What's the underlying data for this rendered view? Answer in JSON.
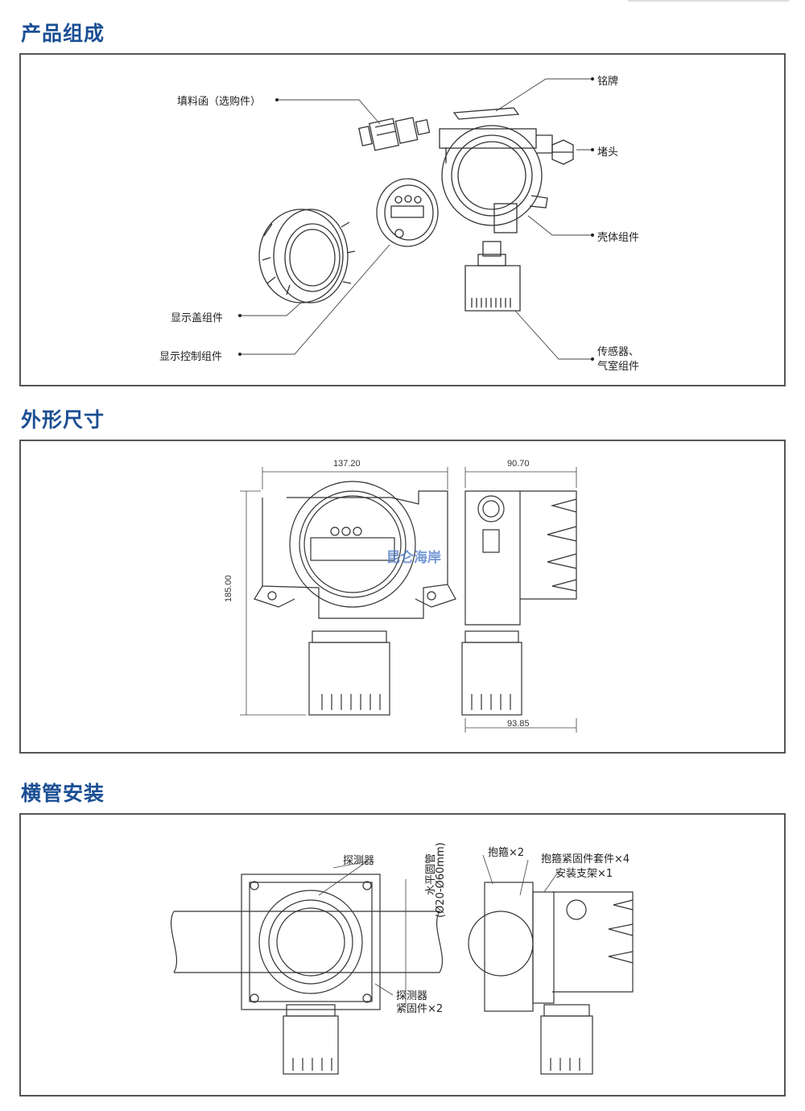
{
  "sections": {
    "composition": {
      "title": "产品组成",
      "labels": {
        "stuffing_box": "填料函（选购件）",
        "nameplate": "铭牌",
        "plug": "堵头",
        "housing": "壳体组件",
        "display_cover": "显示盖组件",
        "display_control": "显示控制组件",
        "sensor_line1": "传感器、",
        "sensor_line2": "气室组件"
      }
    },
    "dimensions": {
      "title": "外形尺寸",
      "width_front": "137.20",
      "width_side_top": "90.70",
      "width_side_bottom": "93.85",
      "height": "185.00",
      "watermark": "昆仑海岸"
    },
    "pipe_mount": {
      "title": "横管安装",
      "labels": {
        "detector": "探测器",
        "pipe_line1": "水平圆管",
        "pipe_line2": "(Ø20-Ø60mm)",
        "detector_fastener_line1": "探测器",
        "detector_fastener_line2": "紧固件×2",
        "hoop": "抱箍×2",
        "hoop_fastener_kit": "抱箍紧固件套件×4",
        "bracket": "安装支架×1"
      }
    }
  }
}
